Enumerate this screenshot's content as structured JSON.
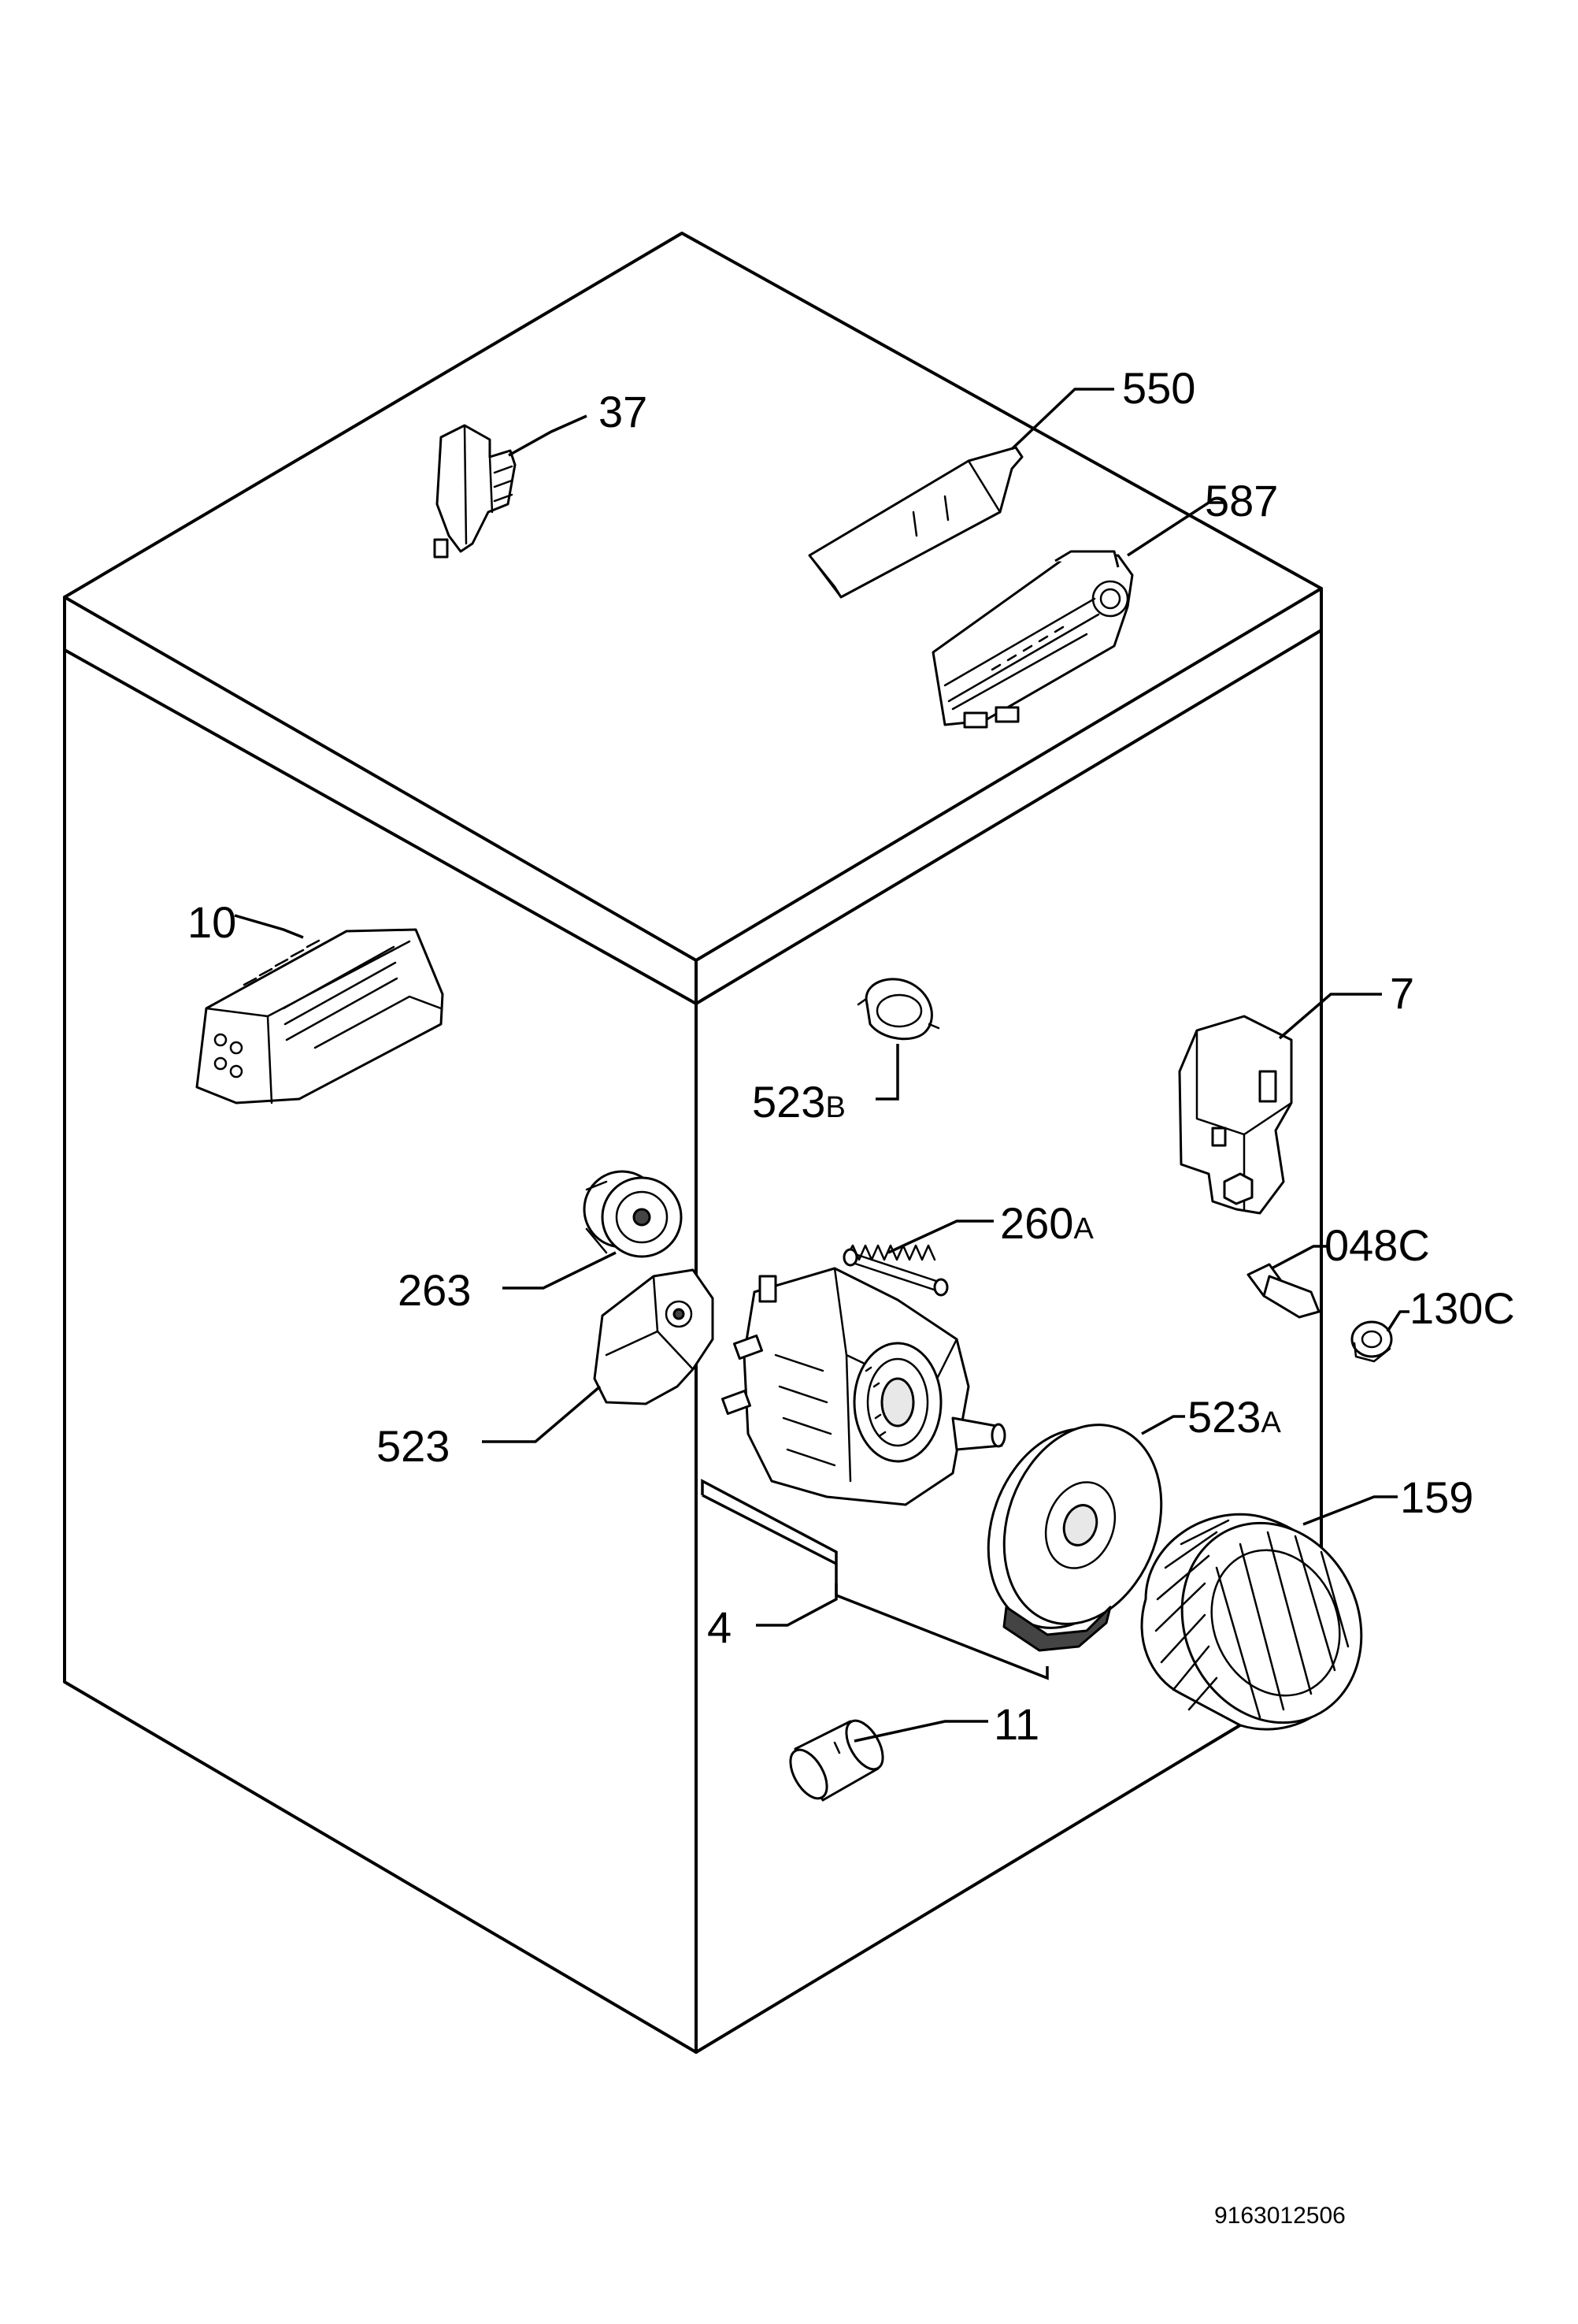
{
  "diagram": {
    "labels": {
      "p37": "37",
      "p550": "550",
      "p587": "587",
      "p10": "10",
      "p7": "7",
      "p523b_main": "523",
      "p523b_suffix": "B",
      "p263": "263",
      "p260a_main": "260",
      "p260a_suffix": "A",
      "p048c": "048C",
      "p130c": "130C",
      "p523": "523",
      "p523a_main": "523",
      "p523a_suffix": "A",
      "p159": "159",
      "p4": "4",
      "p11": "11"
    },
    "document_number": "9163012506"
  }
}
